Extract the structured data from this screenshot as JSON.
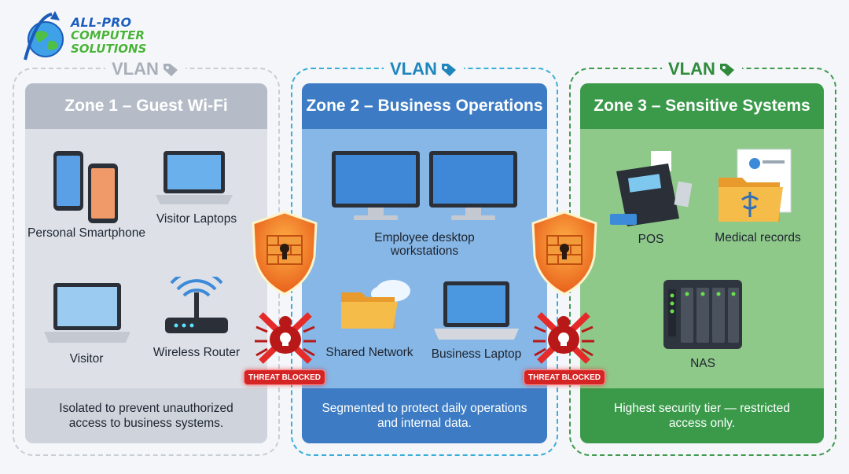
{
  "logo": {
    "line1": "ALL-PRO",
    "line2": "COMPUTER",
    "line3": "SOLUTIONS"
  },
  "vlans": [
    {
      "label": "VLAN",
      "color": "#c9ced6"
    },
    {
      "label": "VLAN",
      "color": "#3aaed8"
    },
    {
      "label": "VLAN",
      "color": "#3f9a4d"
    }
  ],
  "zones": [
    {
      "title": "Zone 1 – Guest Wi-Fi",
      "header_color": "#b5bcc7",
      "body_color": "#dde1e7",
      "footer": "Isolated to prevent unauthorized access to business systems.",
      "devices": {
        "smartphone": "Personal Smartphone",
        "visitor_laptops": "Visitor Laptops",
        "visitor": "Visitor",
        "router": "Wireless Router"
      }
    },
    {
      "title": "Zone 2 – Business Operations",
      "header_color": "#3d7cc4",
      "body_color": "#87b7e6",
      "footer": "Segmented to protect daily operations and internal data.",
      "devices": {
        "desktops": "Employee desktop workstations",
        "shared": "Shared Network",
        "laptop": "Business Laptop"
      }
    },
    {
      "title": "Zone 3 – Sensitive Systems",
      "header_color": "#3a9a4a",
      "body_color": "#8fc98a",
      "footer": "Highest security tier — restricted access only.",
      "devices": {
        "pos": "POS",
        "medical": "Medical records",
        "nas": "NAS"
      }
    }
  ],
  "firewalls": [
    {
      "badge": "THREAT BLOCKED"
    },
    {
      "badge": "THREAT BLOCKED"
    }
  ]
}
